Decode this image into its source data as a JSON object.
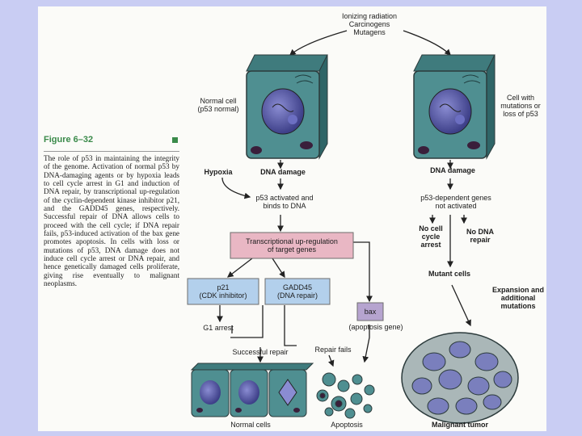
{
  "figure": {
    "title": "Figure 6–32",
    "caption": "The role of p53 in maintaining the integrity of the genome. Activation of normal p53 by DNA-damaging agents or by hypoxia leads to cell cycle arrest in G1 and induction of DNA repair, by transcriptional up-regulation of the cyclin-dependent kinase inhibitor p21, and the GADD45 genes, respectively. Successful repair of DNA allows cells to proceed with the cell cycle; if DNA repair fails, p53-induced activation of the bax gene promotes apoptosis. In cells with loss or mutations of p53, DNA damage does not induce cell cycle arrest or DNA repair, and hence genetically damaged cells proliferate, giving rise eventually to malignant neoplasms."
  },
  "diagram": {
    "agents": "Ionizing radiation\nCarcinogens\nMutagens",
    "normal_cell": "Normal cell\n(p53 normal)",
    "mutant_cell": "Cell with\nmutations or\nloss of p53",
    "hypoxia": "Hypoxia",
    "dna_damage_left": "DNA damage",
    "dna_damage_right": "DNA damage",
    "p53_activated": "p53 activated and\nbinds to DNA",
    "p53_not_activated": "p53-dependent genes\nnot activated",
    "transcription": "Transcriptional up-regulation\nof target genes",
    "p21": "p21\n(CDK inhibitor)",
    "gadd45": "GADD45\n(DNA repair)",
    "bax": "bax",
    "bax_note": "(apoptosis gene)",
    "g1_arrest": "G1 arrest",
    "successful_repair": "Successful repair",
    "repair_fails": "Repair fails",
    "normal_cells": "Normal cells",
    "apoptosis": "Apoptosis",
    "no_arrest": "No cell\ncycle\narrest",
    "no_repair": "No DNA\nrepair",
    "mutant_cells": "Mutant cells",
    "expansion": "Expansion and\nadditional\nmutations",
    "tumor": "Malignant tumor"
  },
  "colors": {
    "background": "#c9cdf3",
    "cell": "#4f8f91",
    "nucleus": "#4a4c95",
    "pink_box": "#e9b7c4",
    "blue_box": "#b3d0ec",
    "purple_box": "#b6a4cf",
    "tumor": "#aab7b8",
    "figure_green": "#3a8a4a"
  }
}
